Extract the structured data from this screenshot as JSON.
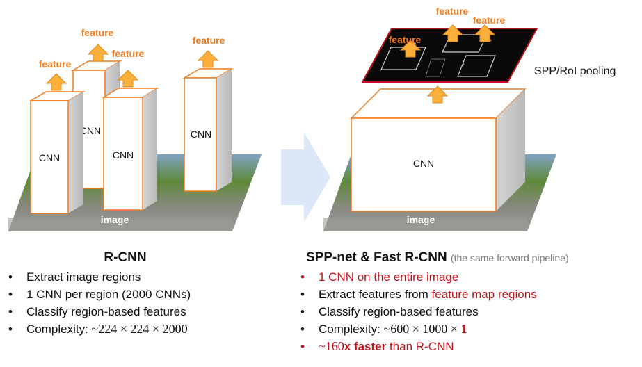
{
  "left": {
    "feature_labels": [
      "feature",
      "feature",
      "feature",
      "feature"
    ],
    "cnn_labels": [
      "CNN",
      "CNN",
      "CNN",
      "CNN"
    ],
    "image_label": "image",
    "heading": "R-CNN",
    "bullets": [
      {
        "text": "Extract image regions"
      },
      {
        "text": "1 CNN per region (2000 CNNs)"
      },
      {
        "text": "Classify region-based features"
      },
      {
        "prefix": "Complexity: ",
        "math": "~224 × 224 × 2000"
      }
    ]
  },
  "right": {
    "feature_labels": [
      "feature",
      "feature",
      "feature"
    ],
    "cnn_label": "CNN",
    "image_label": "image",
    "pooling_label": "SPP/RoI pooling",
    "heading": "SPP-net & Fast R-CNN",
    "heading_note": "(the same forward pipeline)",
    "bullet1": "1 CNN on the entire image",
    "bullet2_prefix": "Extract features from ",
    "bullet2_red": "feature map regions",
    "bullet3": "Classify region-based features",
    "bullet4_prefix": "Complexity: ",
    "bullet4_math": "~600 × 1000 × ",
    "bullet4_bold": "1",
    "bullet5_math": "~160",
    "bullet5_bold": "x faster",
    "bullet5_suffix": " than R-CNN"
  },
  "bullet_symbol": "•",
  "colors": {
    "feature_text": "#f07a1e",
    "arrow_fill": "#fbb03b",
    "box_edge": "#f07a1e",
    "highlight_red": "#c0141c",
    "flow_arrow": "#dce8f8",
    "feature_map": "#0a0a0a",
    "feature_map_border": "#c0141c"
  }
}
